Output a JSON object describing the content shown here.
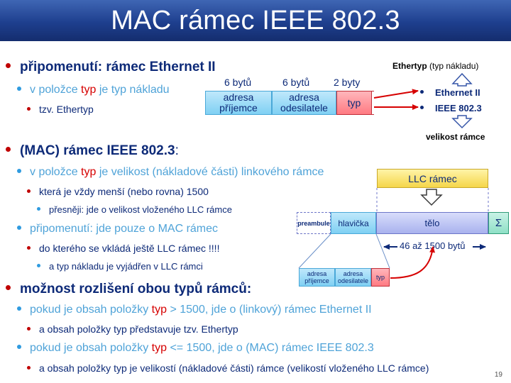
{
  "title": "MAC rámec IEEE 802.3",
  "s1": {
    "head": "připomenutí: rámec Ethernet II",
    "b2_pre": "v položce ",
    "b2_red": "typ",
    "b2_post": " je typ nákladu",
    "b3": "tzv. Ethertyp"
  },
  "s2": {
    "head": "(MAC) rámec IEEE 802.3",
    "head_colon": ":",
    "b1_pre": "v položce ",
    "b1_red": "typ",
    "b1_post": " je velikost (nákladové části) linkového rámce",
    "b2": "která je vždy menší (nebo rovna) 1500",
    "b3": "přesněji: jde o velikost vloženého LLC rámce",
    "b4": "připomenutí: jde pouze o MAC rámec",
    "b5": "do kterého se vkládá ještě LLC rámec !!!!",
    "b6": "a typ nákladu  je vyjádřen v LLC rámci"
  },
  "s3": {
    "head": "možnost rozlišení obou typů rámců:",
    "b1_pre": "pokud je obsah položky ",
    "b1_red": "typ",
    "b1_post": " > 1500, jde o (linkový) rámec Ethernet II",
    "b2": "a obsah položky typ představuje tzv. Ethertyp",
    "b3_pre": "pokud je obsah položky ",
    "b3_red": "typ",
    "b3_post": " <= 1500, jde o (MAC) rámec IEEE 802.3",
    "b4": "a obsah položky typ je velikostí (nákladové části) rámce (velikostí vloženého LLC rámce)"
  },
  "frame1": {
    "size_dst": "6 bytů",
    "size_src": "6 bytů",
    "size_type": "2 byty",
    "dst_l1": "adresa",
    "dst_l2": "příjemce",
    "src_l1": "adresa",
    "src_l2": "odesilatele",
    "type": "typ"
  },
  "right": {
    "ethertyp_bold": "Ethertyp",
    "ethertyp_rest": " (typ nákladu)",
    "opt1": "Ethernet  II",
    "opt2": "IEEE 802.3",
    "size_label": "velikost rámce"
  },
  "frame2": {
    "llc": "LLC rámec",
    "preamble": "preambule",
    "header": "hlavička",
    "body": "tělo",
    "checksum": "Σ",
    "length": "46 až 1500 bytů",
    "dst_l1": "adresa",
    "dst_l2": "příjemce",
    "src_l1": "adresa",
    "src_l2": "odesilatele",
    "type": "typ"
  },
  "page_number": "19",
  "colors": {
    "title_bar": "#1e3f8e",
    "bullet_red": "#c00000",
    "accent_red": "#d60000",
    "text_navy": "#0d2a78",
    "text_light_blue": "#4fa3d8"
  }
}
